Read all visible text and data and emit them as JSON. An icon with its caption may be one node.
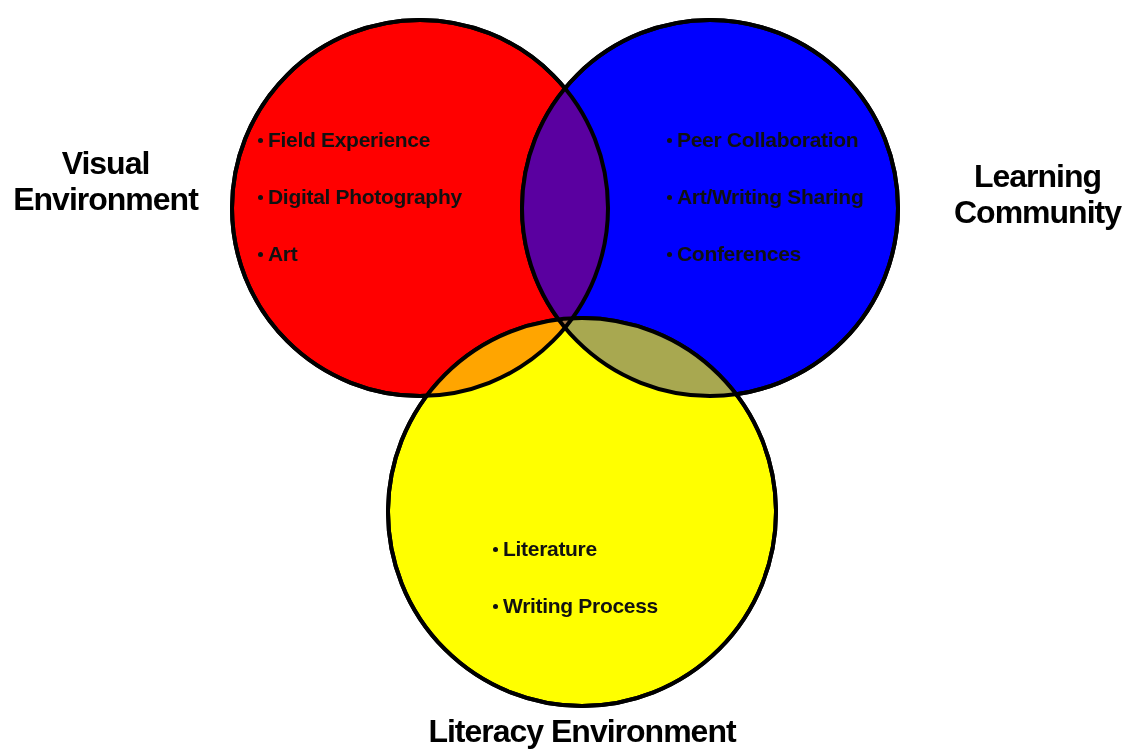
{
  "diagram": {
    "nodes": [
      {
        "text": [
          "Visual Environment",
          "Field Experience",
          "Digital Photography",
          "Art"
        ]
      },
      {
        "text": [
          "Learning Community",
          "Peer Collaboration",
          "Art/Writing Sharing",
          "Conferences"
        ]
      },
      {
        "text": [
          "Literature",
          "Writing Process",
          "Literacy Environment"
        ]
      }
    ],
    "edges": []
  }
}
